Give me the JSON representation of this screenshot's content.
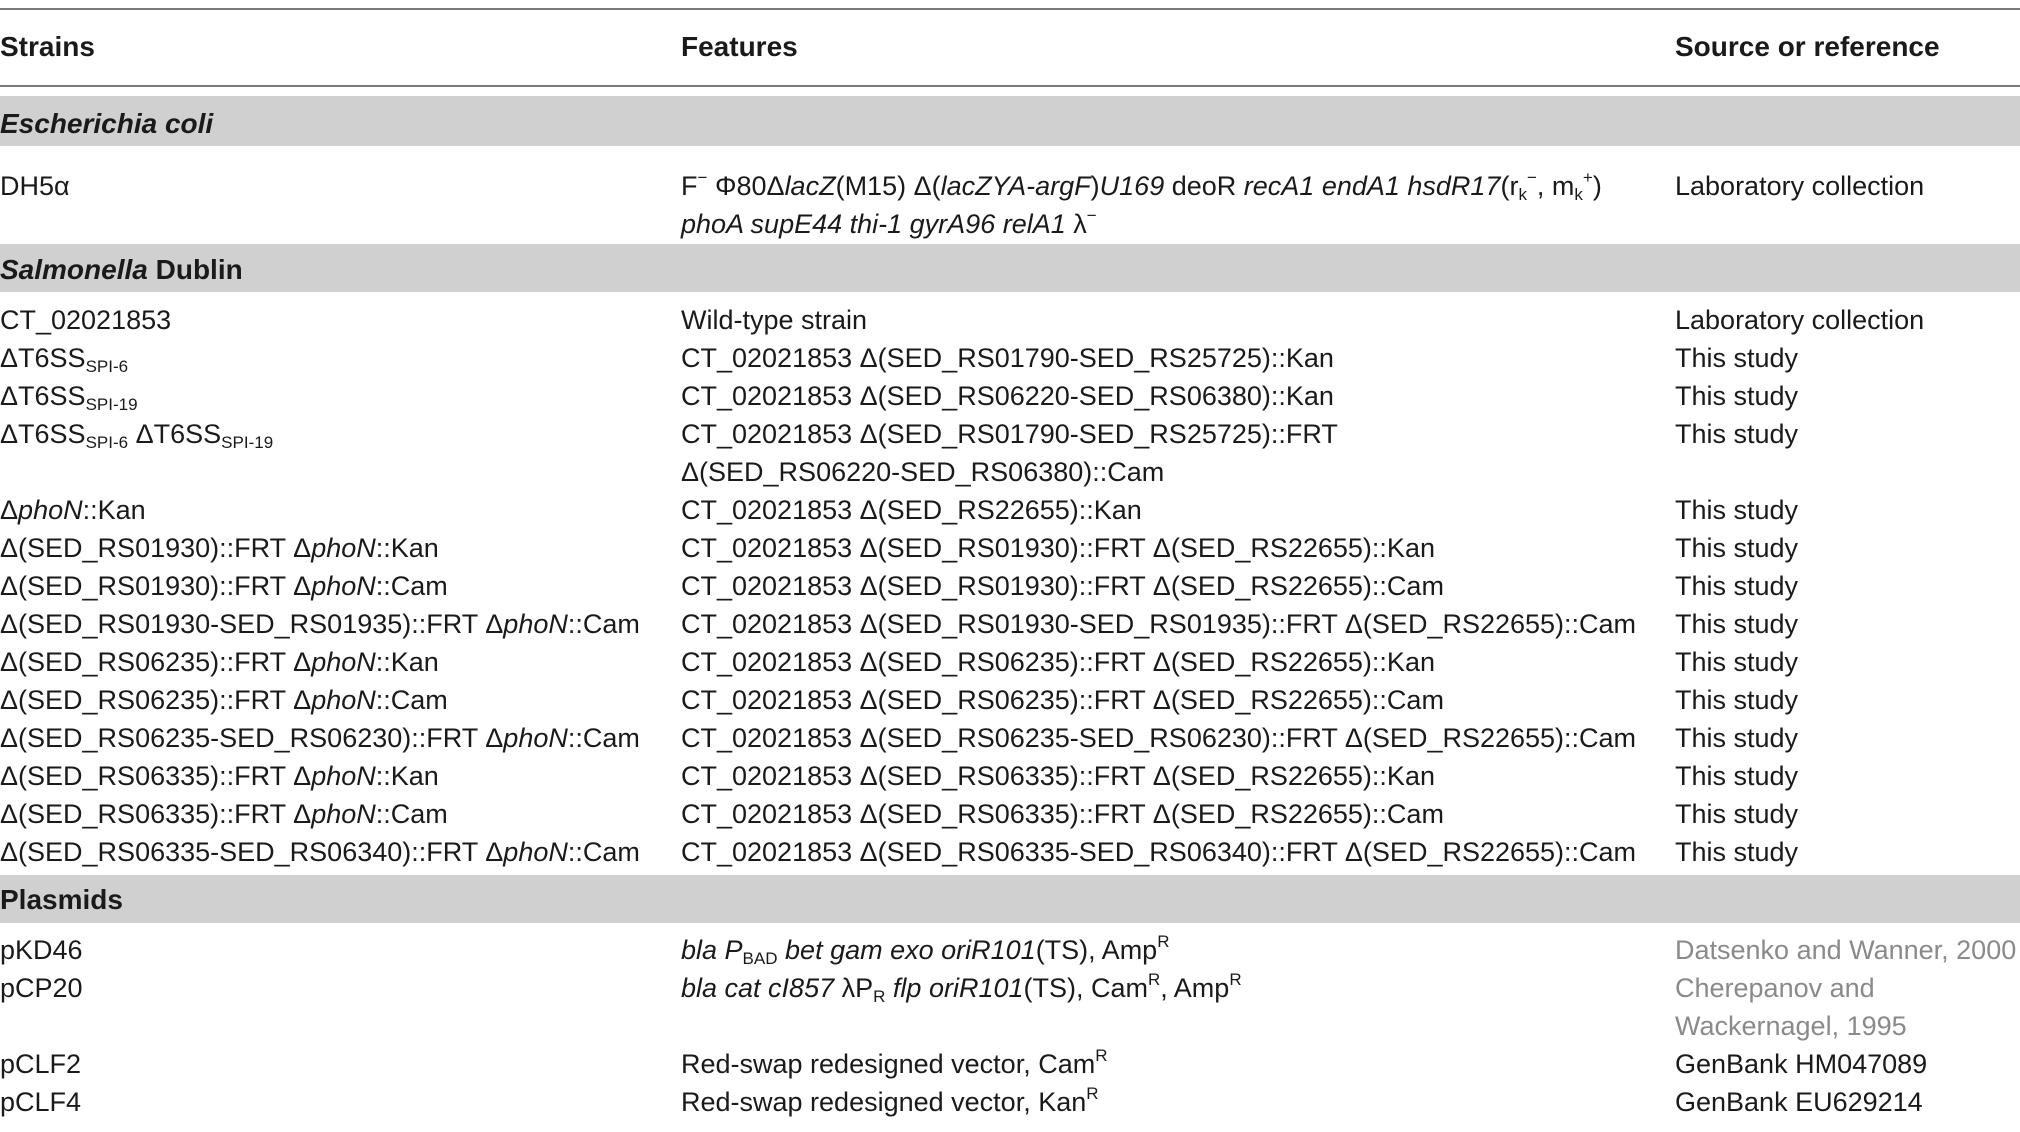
{
  "header": {
    "strains": "Strains",
    "features": "Features",
    "source": "Source or reference"
  },
  "sections": {
    "ecoli": "Escherichia coli",
    "salmonella_italic": "Salmonella",
    "salmonella_rest": "Dublin",
    "plasmids": "Plasmids"
  },
  "ecoli_rows": [
    {
      "strain": "DH5α",
      "source": "Laboratory collection"
    }
  ],
  "salmonella_rows": [
    {
      "strain": "CT_02021853",
      "feature": "Wild-type strain",
      "source": "Laboratory collection"
    },
    {
      "strain_main": "ΔT6SS",
      "strain_sub": "SPI-6",
      "feature": "CT_02021853 Δ(SED_RS01790-SED_RS25725)::Kan",
      "source": "This study"
    },
    {
      "strain_main": "ΔT6SS",
      "strain_sub": "SPI-19",
      "feature": "CT_02021853 Δ(SED_RS06220-SED_RS06380)::Kan",
      "source": "This study"
    },
    {
      "strain_a": "ΔT6SS",
      "strain_a_sub": "SPI-6",
      "strain_b": " ΔT6SS",
      "strain_b_sub": "SPI-19",
      "feature_l1": "CT_02021853 Δ(SED_RS01790-SED_RS25725)::FRT",
      "feature_l2": "Δ(SED_RS06220-SED_RS06380)::Cam",
      "source": "This study"
    },
    {
      "strain_pre": "Δ",
      "strain_it": "phoN",
      "strain_post": "::Kan",
      "feature": "CT_02021853 Δ(SED_RS22655)::Kan",
      "source": "This study"
    },
    {
      "strain_pre": "Δ(SED_RS01930)::FRT Δ",
      "strain_it": "phoN",
      "strain_post": "::Kan",
      "feature": "CT_02021853 Δ(SED_RS01930)::FRT Δ(SED_RS22655)::Kan",
      "source": "This study"
    },
    {
      "strain_pre": "Δ(SED_RS01930)::FRT Δ",
      "strain_it": "phoN",
      "strain_post": "::Cam",
      "feature": "CT_02021853 Δ(SED_RS01930)::FRT Δ(SED_RS22655)::Cam",
      "source": "This study"
    },
    {
      "strain_pre": "Δ(SED_RS01930-SED_RS01935)::FRT Δ",
      "strain_it": "phoN",
      "strain_post": "::Cam",
      "feature": "CT_02021853 Δ(SED_RS01930-SED_RS01935)::FRT Δ(SED_RS22655)::Cam",
      "source": "This study"
    },
    {
      "strain_pre": "Δ(SED_RS06235)::FRT Δ",
      "strain_it": "phoN",
      "strain_post": "::Kan",
      "feature": "CT_02021853 Δ(SED_RS06235)::FRT Δ(SED_RS22655)::Kan",
      "source": "This study"
    },
    {
      "strain_pre": "Δ(SED_RS06235)::FRT Δ",
      "strain_it": "phoN",
      "strain_post": "::Cam",
      "feature": "CT_02021853 Δ(SED_RS06235)::FRT Δ(SED_RS22655)::Cam",
      "source": "This study"
    },
    {
      "strain_pre": "Δ(SED_RS06235-SED_RS06230)::FRT Δ",
      "strain_it": "phoN",
      "strain_post": "::Cam",
      "feature": "CT_02021853 Δ(SED_RS06235-SED_RS06230)::FRT Δ(SED_RS22655)::Cam",
      "source": "This study"
    },
    {
      "strain_pre": "Δ(SED_RS06335)::FRT Δ",
      "strain_it": "phoN",
      "strain_post": "::Kan",
      "feature": "CT_02021853 Δ(SED_RS06335)::FRT Δ(SED_RS22655)::Kan",
      "source": "This study"
    },
    {
      "strain_pre": "Δ(SED_RS06335)::FRT Δ",
      "strain_it": "phoN",
      "strain_post": "::Cam",
      "feature": "CT_02021853 Δ(SED_RS06335)::FRT Δ(SED_RS22655)::Cam",
      "source": "This study"
    },
    {
      "strain_pre": "Δ(SED_RS06335-SED_RS06340)::FRT Δ",
      "strain_it": "phoN",
      "strain_post": "::Cam",
      "feature": "CT_02021853 Δ(SED_RS06335-SED_RS06340)::FRT Δ(SED_RS22655)::Cam",
      "source": "This study"
    }
  ],
  "plasmid_rows": [
    {
      "strain": "pKD46",
      "source": "Datsenko and Wanner, 2000"
    },
    {
      "strain": "pCP20",
      "source_l1": "Cherepanov and",
      "source_l2": "Wackernagel, 1995"
    },
    {
      "strain": "pCLF2",
      "feature": "Red-swap redesigned vector, Cam",
      "feature_sup": "R",
      "source": "GenBank HM047089"
    },
    {
      "strain": "pCLF4",
      "feature": "Red-swap redesigned vector, Kan",
      "feature_sup": "R",
      "source": "GenBank EU629214"
    }
  ]
}
